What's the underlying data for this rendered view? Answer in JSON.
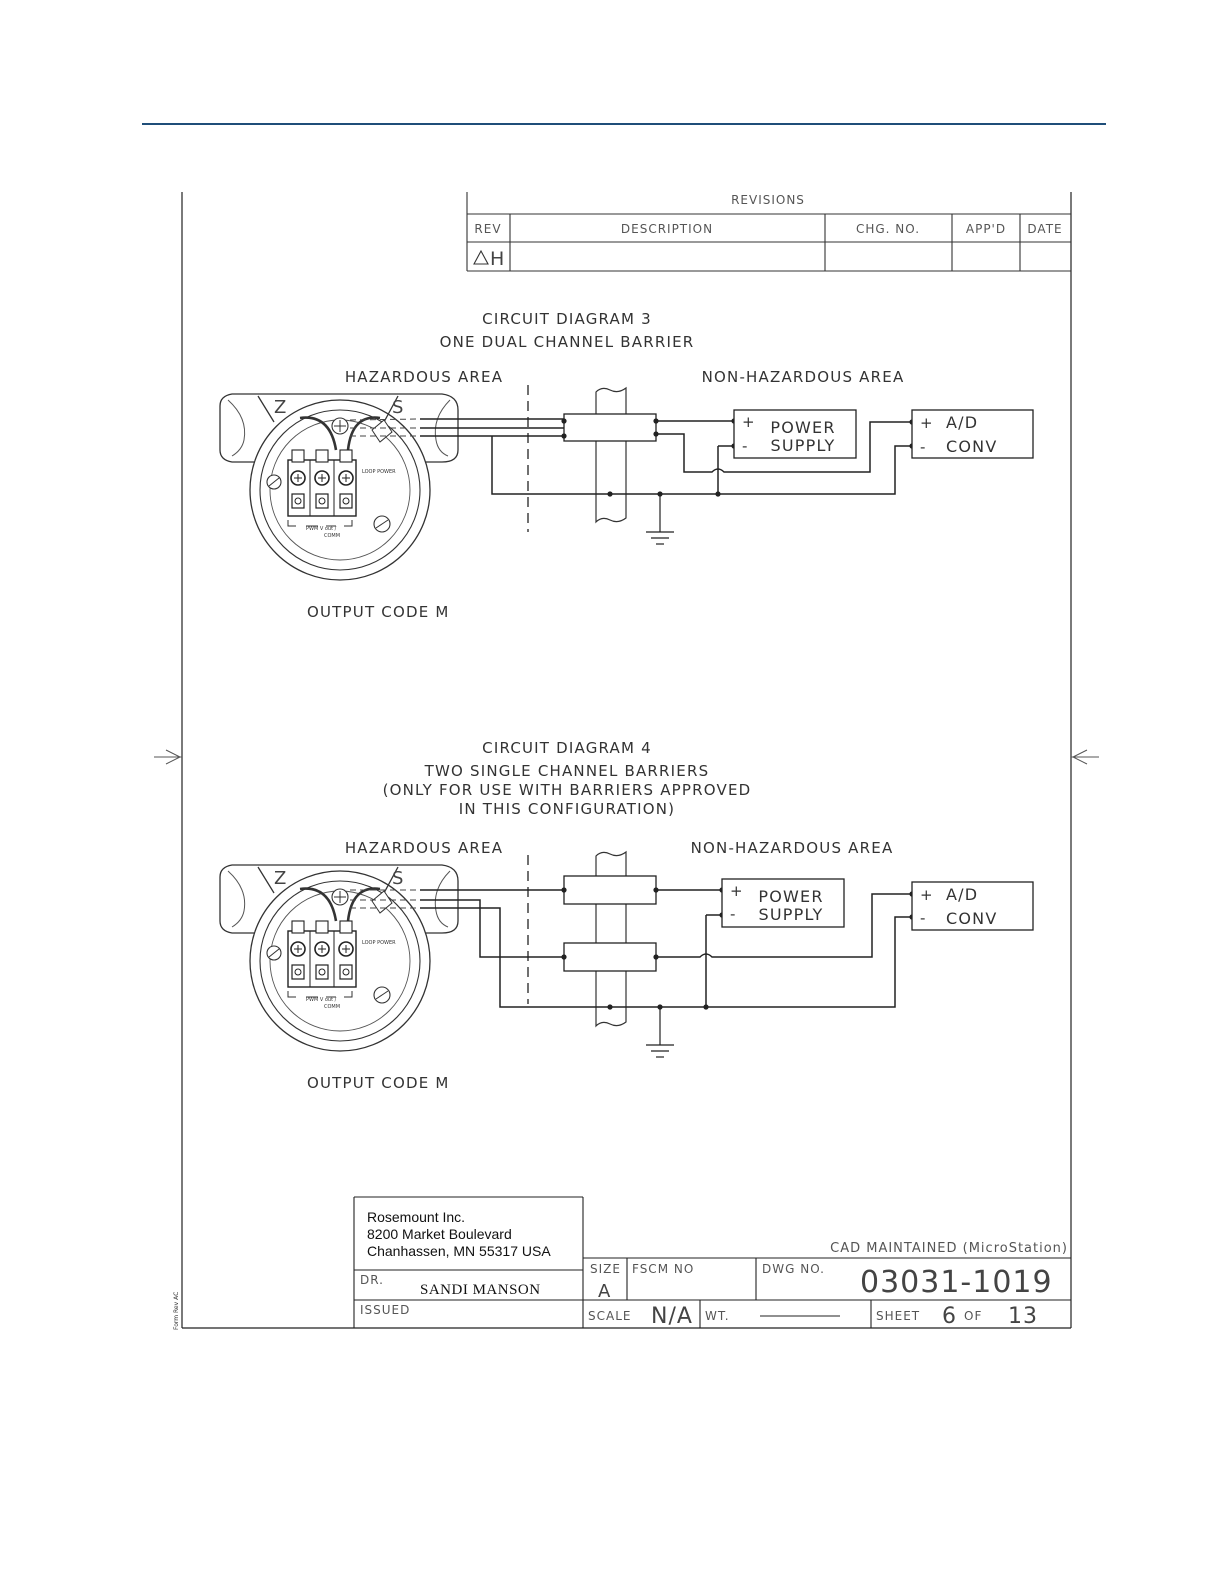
{
  "revisions": {
    "title": "REVISIONS",
    "headers": {
      "rev": "REV",
      "description": "DESCRIPTION",
      "chg_no": "CHG. NO.",
      "appd": "APP'D",
      "date": "DATE"
    },
    "rows": [
      {
        "rev": "H"
      }
    ]
  },
  "diagram3": {
    "title": "CIRCUIT DIAGRAM 3",
    "subtitle": "ONE DUAL CHANNEL BARRIER",
    "hazardous": "HAZARDOUS AREA",
    "non_hazardous": "NON-HAZARDOUS AREA",
    "power_supply": [
      "POWER",
      "SUPPLY"
    ],
    "ad_conv": [
      "A/D",
      "CONV"
    ],
    "plus": "+",
    "minus": "-",
    "output_code": "OUTPUT CODE M",
    "housing_letters": [
      "Z",
      "S"
    ]
  },
  "diagram4": {
    "title": "CIRCUIT DIAGRAM 4",
    "lines": [
      "TWO SINGLE CHANNEL BARRIERS",
      "(ONLY FOR USE WITH BARRIERS APPROVED",
      "IN THIS CONFIGURATION)"
    ],
    "hazardous": "HAZARDOUS AREA",
    "non_hazardous": "NON-HAZARDOUS AREA",
    "power_supply": [
      "POWER",
      "SUPPLY"
    ],
    "ad_conv": [
      "A/D",
      "CONV"
    ],
    "plus": "+",
    "minus": "-",
    "output_code": "OUTPUT CODE M",
    "housing_letters": [
      "Z",
      "S"
    ]
  },
  "title_block": {
    "company": [
      "Rosemount Inc.",
      "8200  Market Boulevard",
      "Chanhassen, MN  55317  USA"
    ],
    "cad_note": "CAD MAINTAINED (MicroStation)",
    "dr_label": "DR.",
    "drawn_by": "SANDI MANSON",
    "issued_label": "ISSUED",
    "size_label": "SIZE",
    "size_value": "A",
    "fscm_label": "FSCM  NO",
    "dwg_label": "DWG  NO.",
    "dwg_no": "03031-1019",
    "scale_label": "SCALE",
    "scale_value": "N/A",
    "wt_label": "WT.",
    "sheet_label": "SHEET",
    "sheet_no": "6",
    "of_label": "OF",
    "sheet_total": "13"
  },
  "form_rev": "Form Rev AC"
}
